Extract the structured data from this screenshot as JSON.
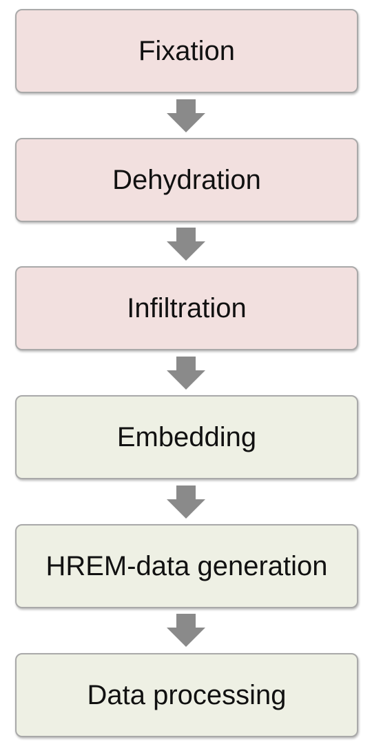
{
  "diagram": {
    "steps": [
      {
        "label": "Fixation",
        "color": "#f2e0df"
      },
      {
        "label": "Dehydration",
        "color": "#f2e0df"
      },
      {
        "label": "Infiltration",
        "color": "#f2e0df"
      },
      {
        "label": "Embedding",
        "color": "#eef0e4"
      },
      {
        "label": "HREM-data generation",
        "color": "#eef0e4"
      },
      {
        "label": "Data processing",
        "color": "#eef0e4"
      }
    ],
    "connector_icon": "down-arrow-icon",
    "connector_color": "#8a8a8a",
    "border_color": "#a9a9a9"
  }
}
